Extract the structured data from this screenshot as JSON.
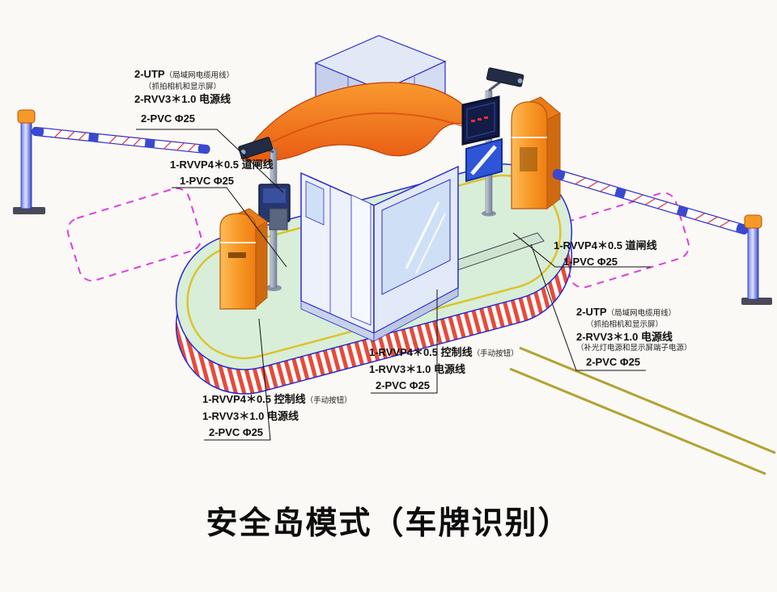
{
  "title": "安全岛模式（车牌识别）",
  "annotations": {
    "top_left": {
      "l1a": "2-UTP",
      "l1b": "（局域网电缆用线）",
      "l2": "（抓拍相机和显示屏）",
      "l3": "2-RVV3＊1.0 电源线",
      "l4": "2-PVC Φ25"
    },
    "left_mid": {
      "l1": "1-RVVP4＊0.5 道闸线",
      "l2": "1-PVC Φ25"
    },
    "right_mid": {
      "l1": "1-RVVP4＊0.5 道闸线",
      "l2": "1-PVC Φ25"
    },
    "right_lower": {
      "l1a": "2-UTP",
      "l1b": "（局域网电缆用线）",
      "l2": "（抓拍相机和显示屏）",
      "l3": "2-RVV3＊1.0 电源线",
      "l4": "（补光灯电源和显示屏端子电源）",
      "l5": "2-PVC Φ25"
    },
    "center": {
      "l1a": "1-RVVP4＊0.5 控制线",
      "l1b": "（手动按钮）",
      "l2": "1-RVV3＊1.0 电源线",
      "l3": "2-PVC Φ25"
    },
    "bottom_left": {
      "l1a": "1-RVVP4＊0.5 控制线",
      "l1b": "（手动按钮）",
      "l2": "1-RVV3＊1.0 电源线",
      "l3": "2-PVC Φ25"
    }
  },
  "colors": {
    "outline_blue": "#2b2bd0",
    "booth_fill": "#edf1fb",
    "window_fill": "#cfe0f6",
    "roof_orange": "#ef7812",
    "island_green": "#d8eed8",
    "island_curb_yellow": "#dcc32f",
    "stripe_red": "#e84a3a",
    "cabinet_orange": "#f59a28",
    "marker_magenta": "#de3ede",
    "lane_olive": "#b3a233",
    "screen_navy": "#131c46",
    "sign_blue": "#2e54d8"
  }
}
